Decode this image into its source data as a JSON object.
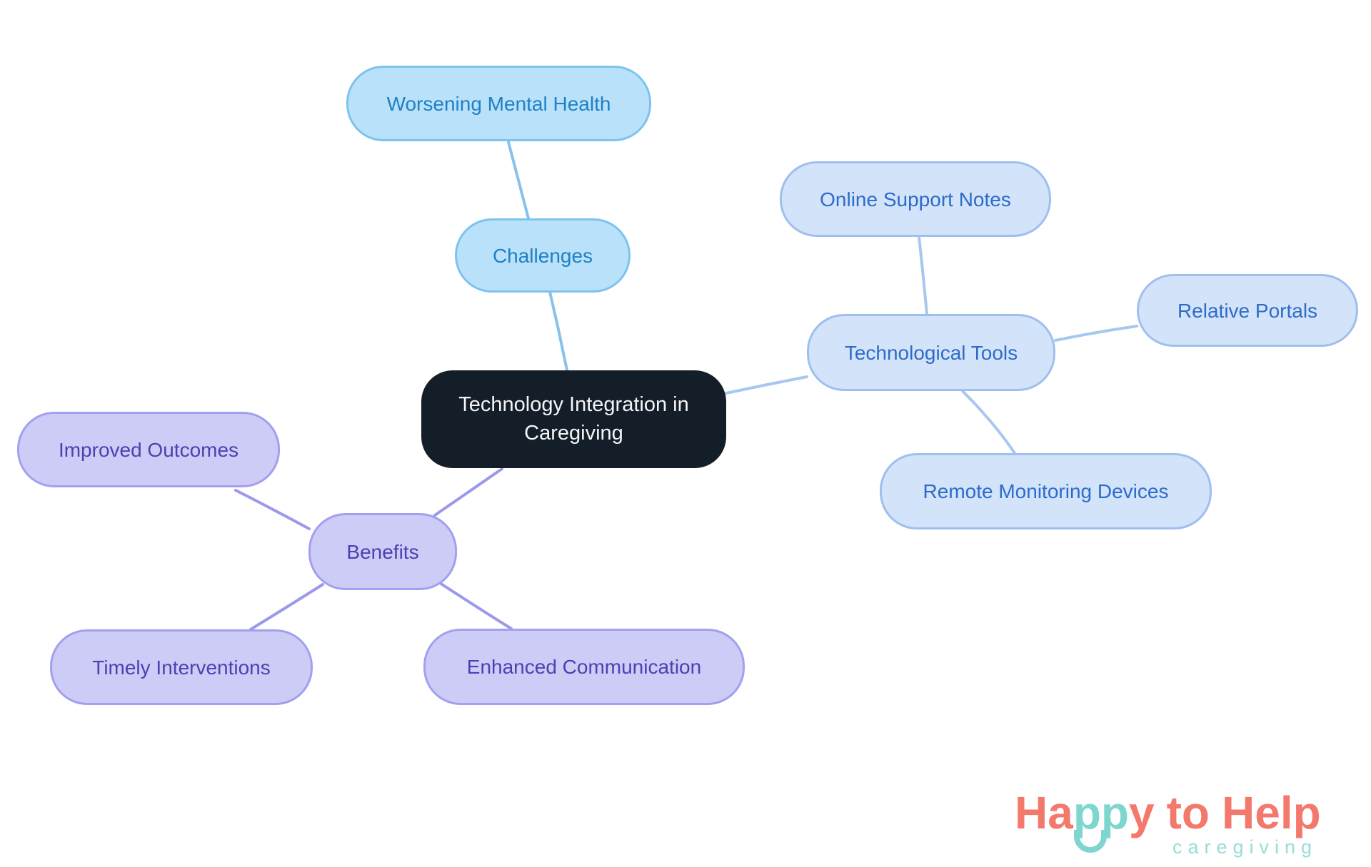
{
  "central_node": {
    "label": "Technology Integration in Caregiving",
    "bg_color": "#141e28",
    "text_color": "#f3f5f7"
  },
  "branches": {
    "challenges": {
      "label": "Challenges",
      "fill": "#b9e2fa",
      "border": "#7ec3ee",
      "text_color": "#2080c4",
      "line_color": "#87c2ee",
      "children": [
        {
          "label": "Worsening Mental Health"
        }
      ]
    },
    "technological_tools": {
      "label": "Technological Tools",
      "fill": "#d3e3f9",
      "border": "#9fbfee",
      "text_color": "#2c6cc9",
      "line_color": "#a8c7f0",
      "children": [
        {
          "label": "Online Support Notes"
        },
        {
          "label": "Relative Portals"
        },
        {
          "label": "Remote Monitoring Devices"
        }
      ]
    },
    "benefits": {
      "label": "Benefits",
      "fill": "#cdccf6",
      "border": "#a49fee",
      "text_color": "#4c40b2",
      "line_color": "#9b99ec",
      "children": [
        {
          "label": "Improved Outcomes"
        },
        {
          "label": "Timely Interventions"
        },
        {
          "label": "Enhanced Communication"
        }
      ]
    }
  },
  "logo": {
    "part_ha": "Ha",
    "part_pp": "pp",
    "part_y": "y",
    "part_to": "to",
    "part_help": "Help",
    "tagline": "caregiving",
    "coral_color": "#f4796d",
    "teal_color": "#7ed6cf",
    "tagline_color": "#9adcd6"
  }
}
